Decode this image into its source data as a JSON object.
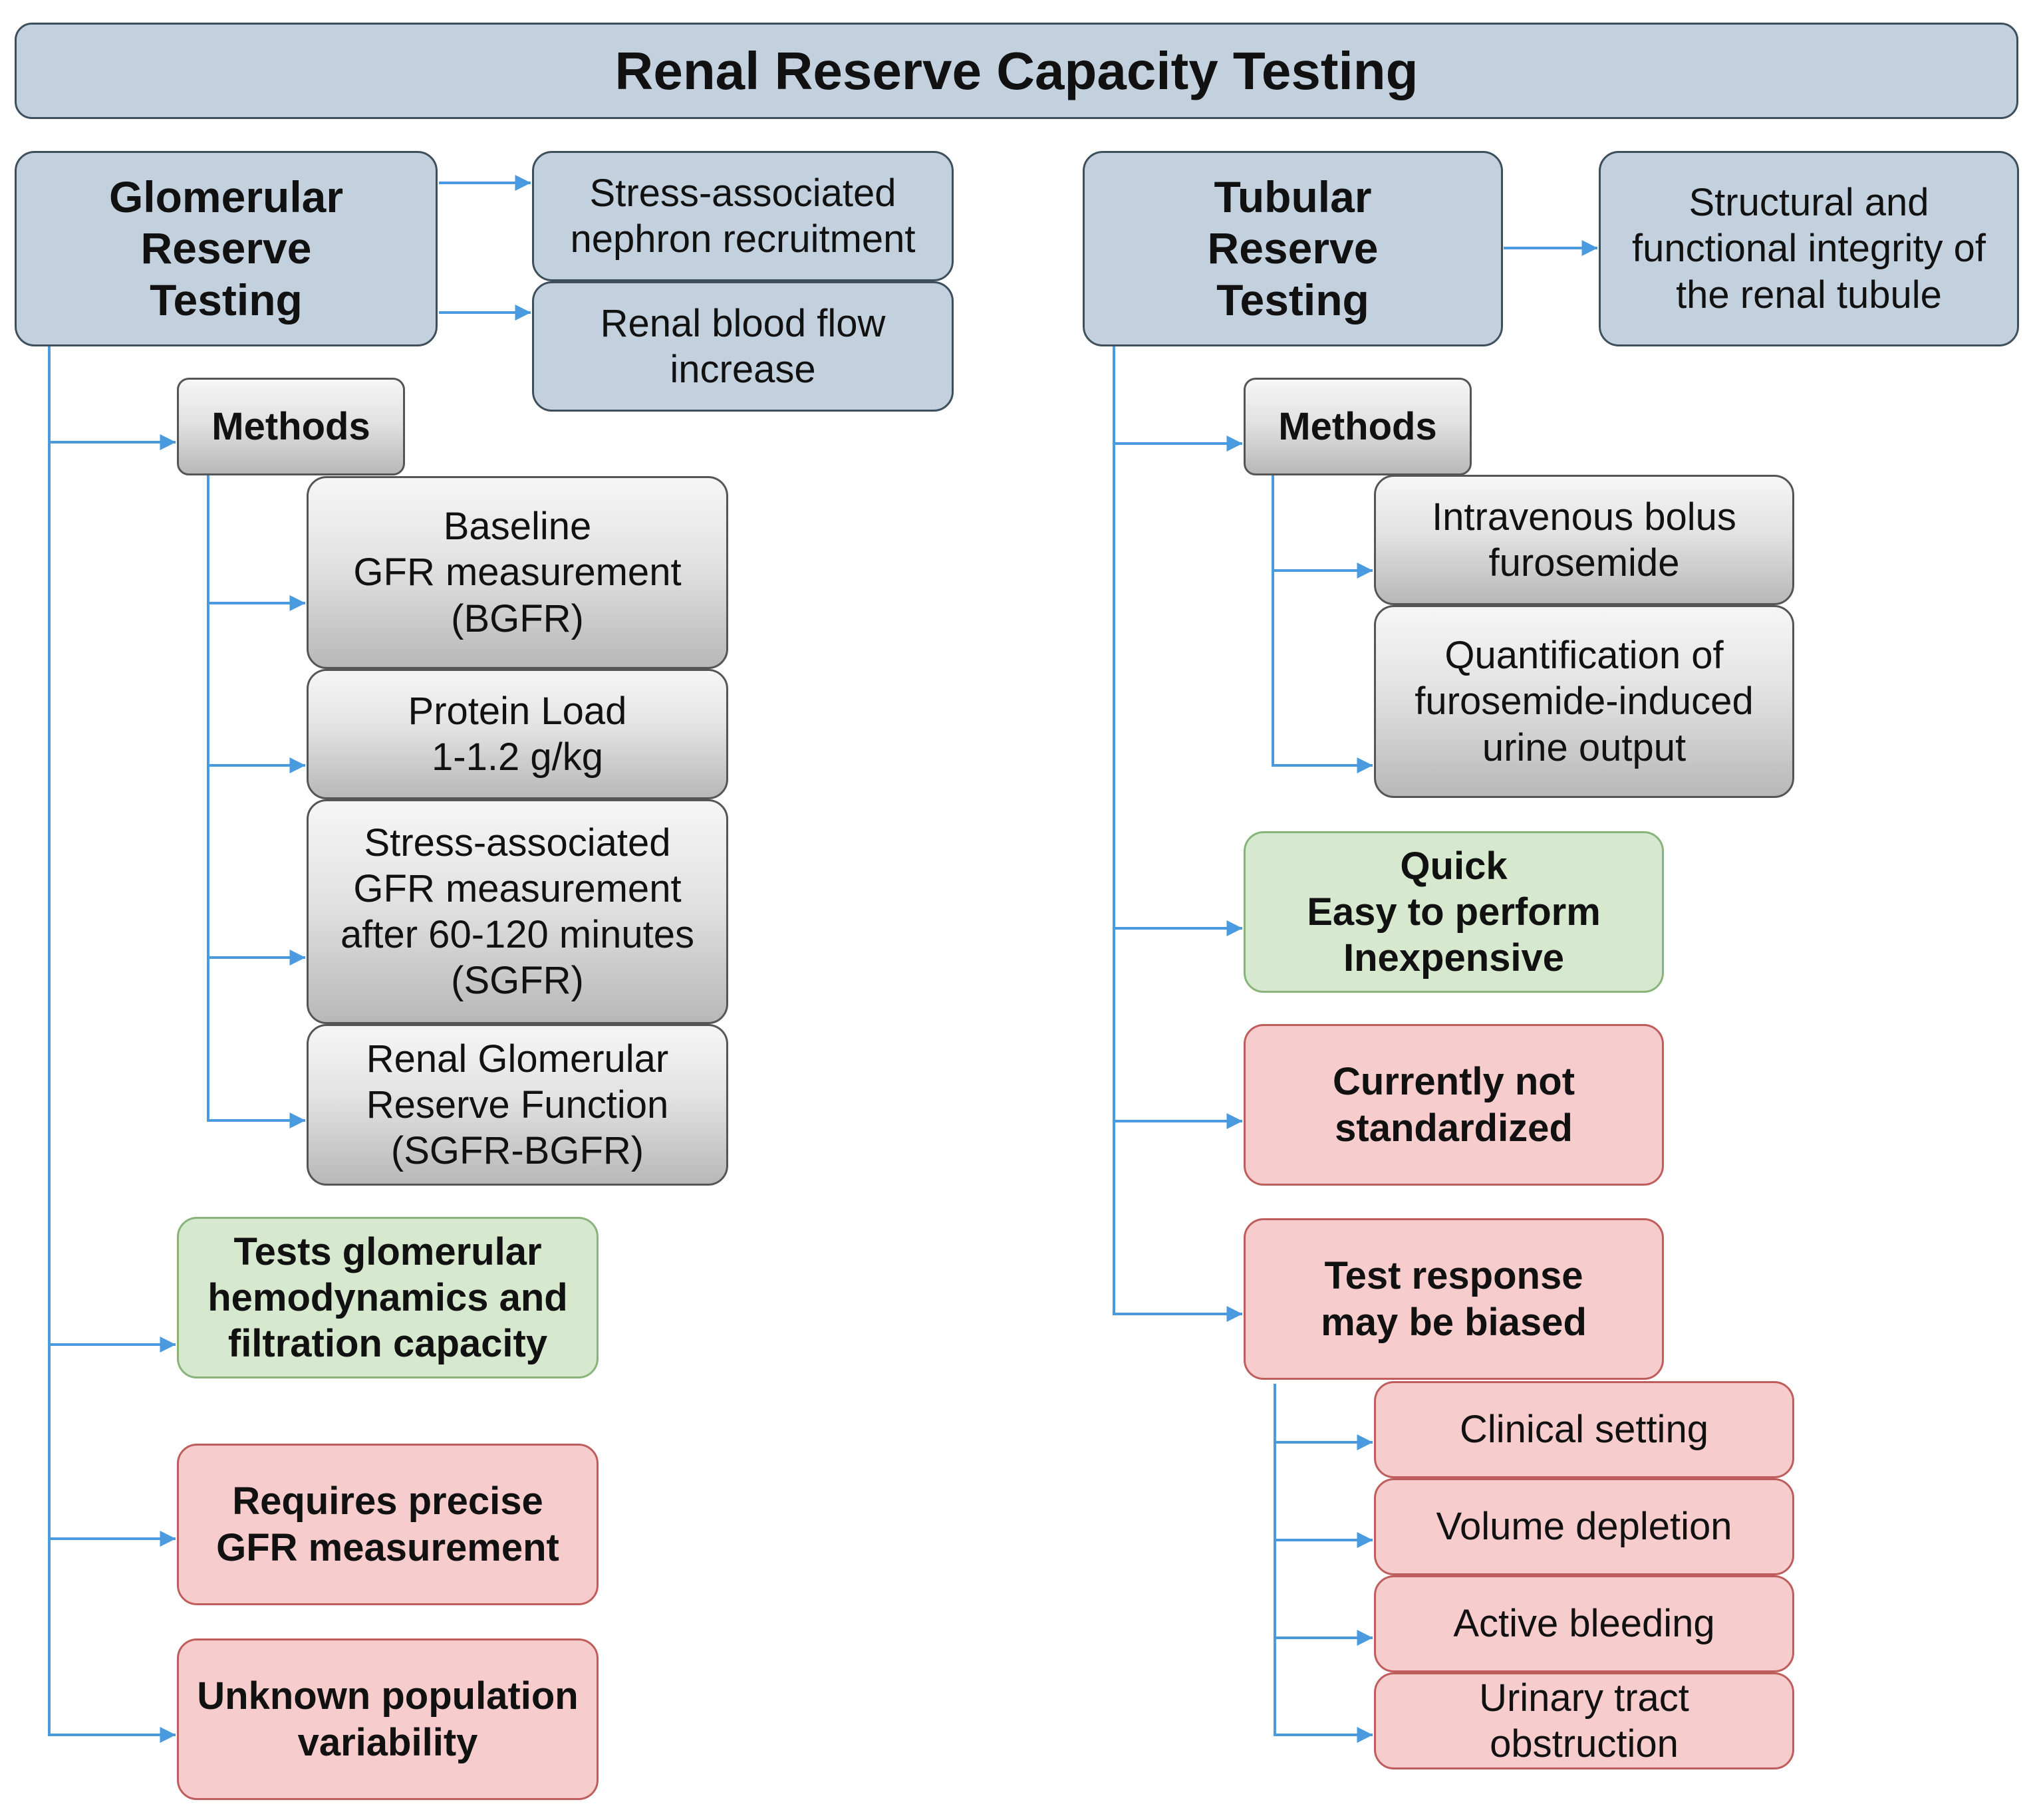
{
  "title": "Renal Reserve Capacity Testing",
  "glomerular": {
    "header": "Glomerular\nReserve\nTesting",
    "effects": [
      "Stress-associated\nnephron recruitment",
      "Renal blood flow\nincrease"
    ],
    "methods_label": "Methods",
    "methods": [
      "Baseline\nGFR measurement\n(BGFR)",
      "Protein Load\n1-1.2 g/kg",
      "Stress-associated\nGFR measurement\nafter 60-120 minutes\n(SGFR)",
      "Renal Glomerular\nReserve Function\n(SGFR-BGFR)"
    ],
    "advantage": "Tests glomerular\nhemodynamics and\nfiltration capacity",
    "limitations": [
      "Requires precise\nGFR measurement",
      "Unknown population\nvariability"
    ]
  },
  "tubular": {
    "header": "Tubular\nReserve\nTesting",
    "effect": "Structural and\nfunctional integrity of\nthe renal tubule",
    "methods_label": "Methods",
    "methods": [
      "Intravenous bolus\nfurosemide",
      "Quantification of\nfurosemide-induced\nurine output"
    ],
    "advantage": "Quick\nEasy to perform\nInexpensive",
    "limitations": [
      "Currently not\nstandardized",
      "Test response\nmay be biased"
    ],
    "bias_factors": [
      "Clinical setting",
      "Volume depletion",
      "Active bleeding",
      "Urinary tract\nobstruction"
    ]
  },
  "colors": {
    "connector": "#4a9ae0",
    "header_fill": "#c3d1de",
    "advantage_fill": "#d6e8cd",
    "limitation_fill": "#f7cccc"
  }
}
